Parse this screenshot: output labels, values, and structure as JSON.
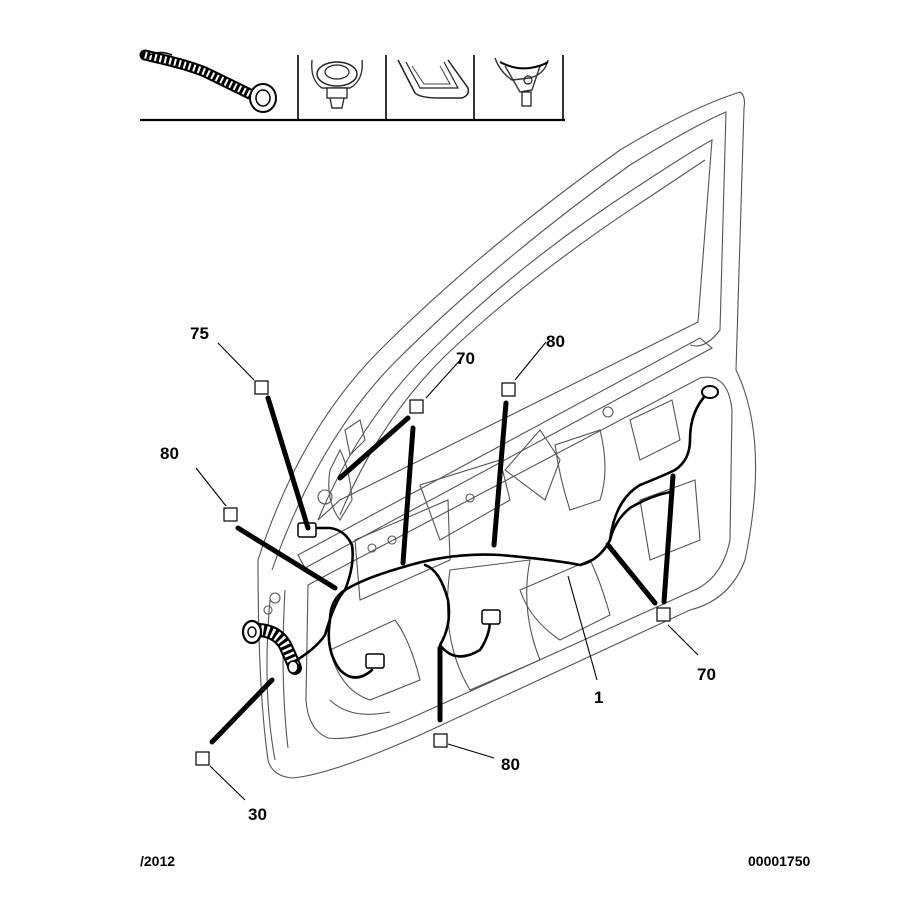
{
  "callouts": [
    {
      "id": "75",
      "label": "75"
    },
    {
      "id": "70a",
      "label": "70"
    },
    {
      "id": "80a",
      "label": "80"
    },
    {
      "id": "80b",
      "label": "80"
    },
    {
      "id": "70b",
      "label": "70"
    },
    {
      "id": "1",
      "label": "1"
    },
    {
      "id": "80c",
      "label": "80"
    },
    {
      "id": "30",
      "label": "30"
    }
  ],
  "footer": {
    "date": "/2012",
    "reference": "00001750"
  },
  "icons": [
    "wiring-harness-grommet-icon",
    "clip-fastener-icon",
    "grommet-plug-icon",
    "connector-bracket-icon"
  ]
}
